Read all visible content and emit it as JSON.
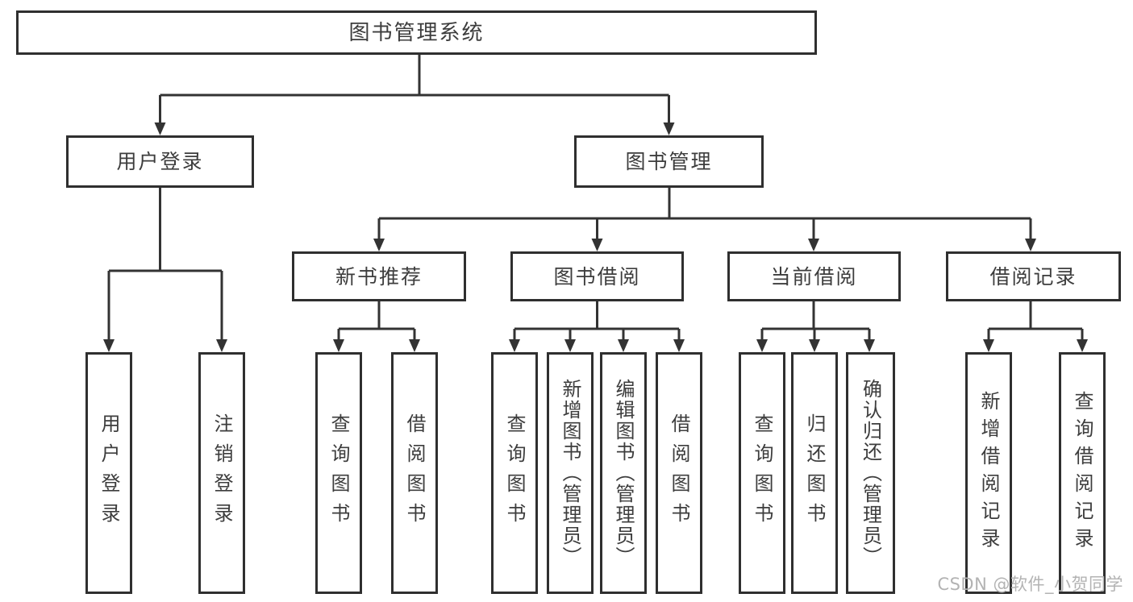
{
  "diagram_type": "hierarchy-tree",
  "tree": {
    "root": {
      "label": "图书管理系统"
    },
    "branches": [
      {
        "label": "用户登录",
        "children": [
          {
            "label": "用户登录"
          },
          {
            "label": "注销登录"
          }
        ]
      },
      {
        "label": "图书管理",
        "children": [
          {
            "label": "新书推荐",
            "children": [
              {
                "label": "查询图书"
              },
              {
                "label": "借阅图书"
              }
            ]
          },
          {
            "label": "图书借阅",
            "children": [
              {
                "label": "查询图书"
              },
              {
                "label": "新增图书（管理员）"
              },
              {
                "label": "编辑图书（管理员）"
              },
              {
                "label": "借阅图书"
              }
            ]
          },
          {
            "label": "当前借阅",
            "children": [
              {
                "label": "查询图书"
              },
              {
                "label": "归还图书"
              },
              {
                "label": "确认归还（管理员）"
              }
            ]
          },
          {
            "label": "借阅记录",
            "children": [
              {
                "label": "新增借阅记录"
              },
              {
                "label": "查询借阅记录"
              }
            ]
          }
        ]
      }
    ]
  },
  "watermark": {
    "text": "CSDN @软件_小贺同学"
  },
  "colors": {
    "line": "#333333",
    "border": "#2f2f2f",
    "text": "#3d3d3d",
    "background": "#ffffff",
    "watermark": "#b3b3b3"
  }
}
